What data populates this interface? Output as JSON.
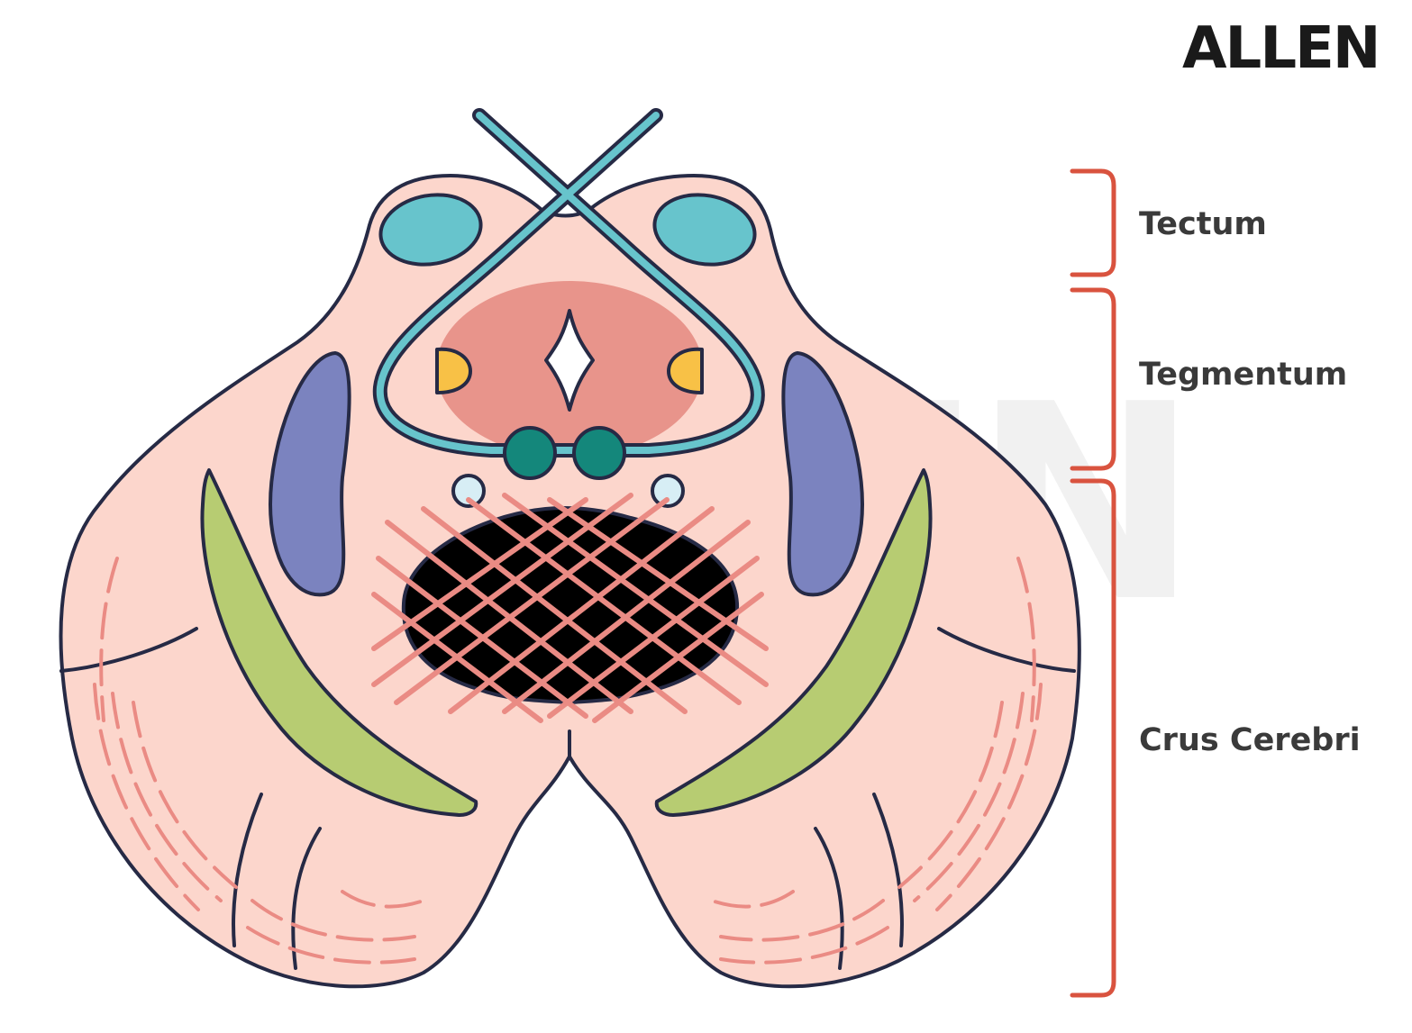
{
  "logo": {
    "text": "ALLEN"
  },
  "regions": [
    {
      "label": "Tectum"
    },
    {
      "label": "Tegmentum"
    },
    {
      "label": "Crus Cerebri"
    }
  ],
  "colors": {
    "outline": "#262a45",
    "tissue": "#fcd6cc",
    "tegmentum_core": "#e8948b",
    "colliculus": "#67c4cc",
    "substantia_nigra": "#7b83bf",
    "crus_band": "#b7cc72",
    "nucleus_yellow": "#f8c146",
    "nucleus_teal": "#14877b",
    "nucleus_light": "#d7eef5",
    "fibers": "#ea8b84",
    "bracket": "#d9533f"
  }
}
